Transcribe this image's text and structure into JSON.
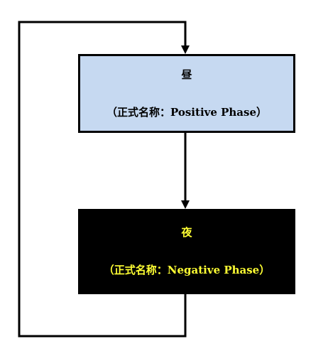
{
  "nodes": {
    "day": {
      "title": "昼",
      "subtitle": "（正式名称：Positive Phase）",
      "fill": "#c6d9f1",
      "text_color": "#000000"
    },
    "night": {
      "title": "夜",
      "subtitle": "（正式名称：Negative Phase）",
      "fill": "#000000",
      "text_color": "#ffff33"
    }
  },
  "edges": [
    {
      "from": "day",
      "to": "night",
      "arrow": true
    },
    {
      "from": "night",
      "to": "day",
      "arrow": true,
      "route": "loop-left"
    }
  ]
}
